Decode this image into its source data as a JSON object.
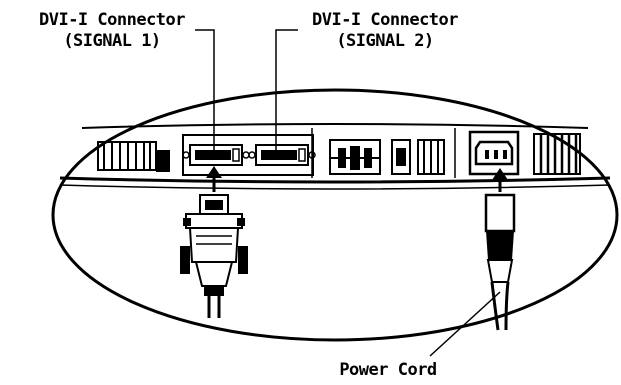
{
  "labels": {
    "dvi_signal1": {
      "line1": "DVI-I Connector",
      "line2": "(SIGNAL 1)"
    },
    "dvi_signal2": {
      "line1": "DVI-I Connector",
      "line2": "(SIGNAL 2)"
    },
    "power_cord": "Power Cord"
  },
  "colors": {
    "ink": "#000000",
    "paper": "#ffffff"
  }
}
